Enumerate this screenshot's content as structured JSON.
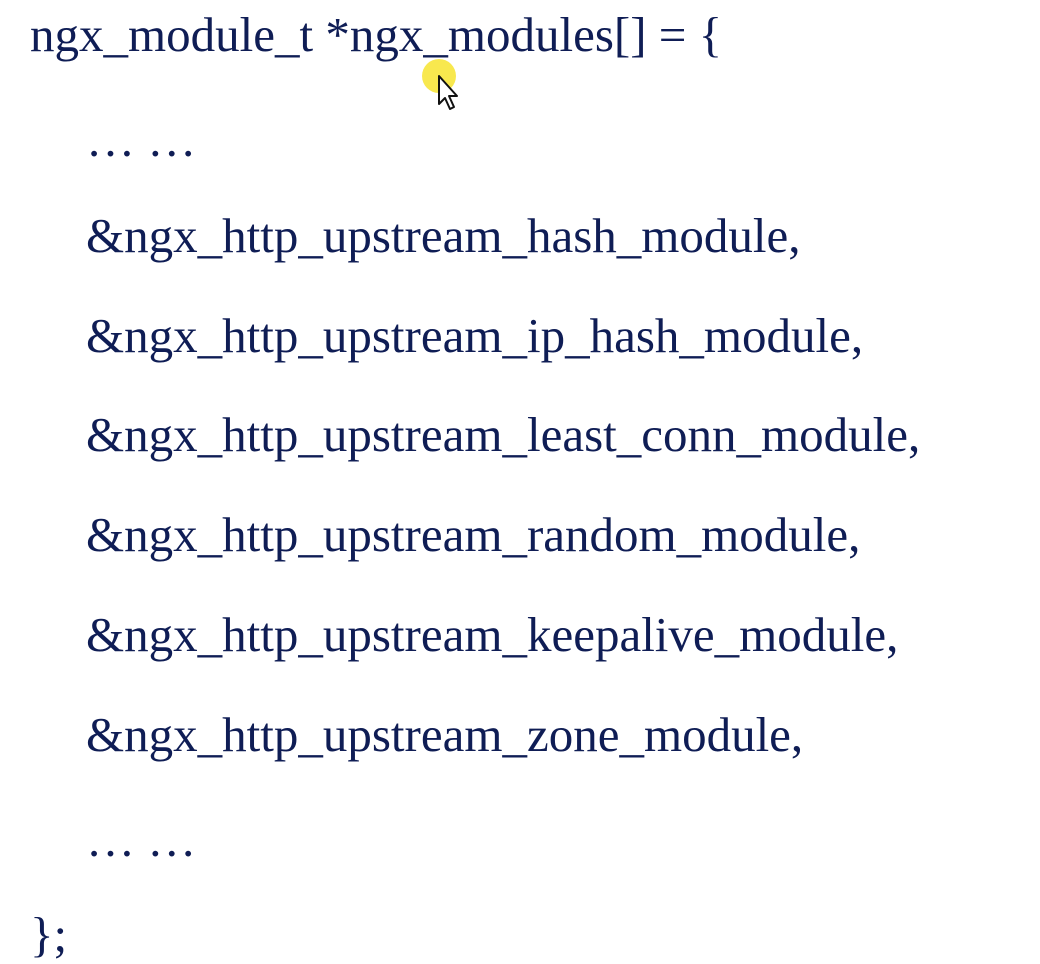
{
  "colors": {
    "text": "#0f1d55",
    "background": "#ffffff",
    "cursor_highlight": "#f7e63b"
  },
  "code": {
    "lines": [
      "ngx_module_t *ngx_modules[] = {",
      "… …",
      "&ngx_http_upstream_hash_module,",
      "&ngx_http_upstream_ip_hash_module,",
      "&ngx_http_upstream_least_conn_module,",
      "&ngx_http_upstream_random_module,",
      "&ngx_http_upstream_keepalive_module,",
      "&ngx_http_upstream_zone_module,",
      "… …",
      "};"
    ]
  },
  "cursor": {
    "icon": "mouse-pointer-icon"
  }
}
